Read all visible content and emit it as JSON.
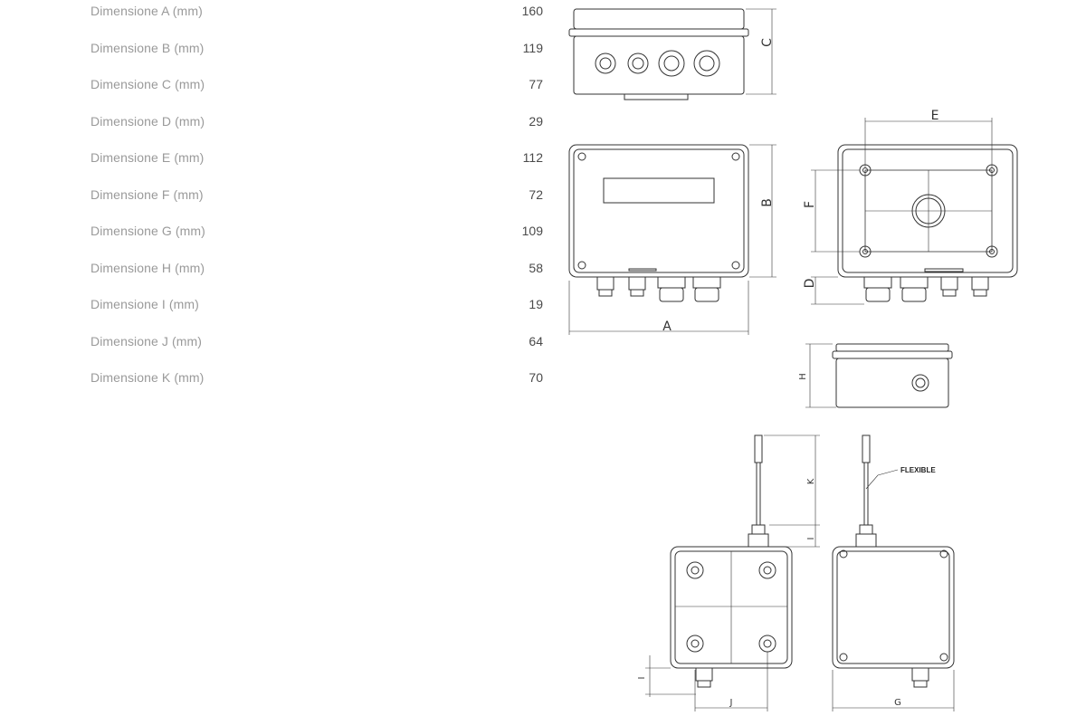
{
  "specs": [
    {
      "label": "Dimensione A (mm)",
      "value": "160"
    },
    {
      "label": "Dimensione B (mm)",
      "value": "119"
    },
    {
      "label": "Dimensione C (mm)",
      "value": "77"
    },
    {
      "label": "Dimensione D (mm)",
      "value": "29"
    },
    {
      "label": "Dimensione E (mm)",
      "value": "112"
    },
    {
      "label": "Dimensione F (mm)",
      "value": "72"
    },
    {
      "label": "Dimensione G (mm)",
      "value": "109"
    },
    {
      "label": "Dimensione H (mm)",
      "value": "58"
    },
    {
      "label": "Dimensione I (mm)",
      "value": "19"
    },
    {
      "label": "Dimensione J (mm)",
      "value": "64"
    },
    {
      "label": "Dimensione K (mm)",
      "value": "70"
    }
  ],
  "drawing_labels": {
    "a": "A",
    "b": "B",
    "c": "C",
    "d": "D",
    "e": "E",
    "f": "F",
    "g": "G",
    "h": "H",
    "i": "I",
    "j": "J",
    "k": "K",
    "flexible": "FLEXIBLE"
  }
}
